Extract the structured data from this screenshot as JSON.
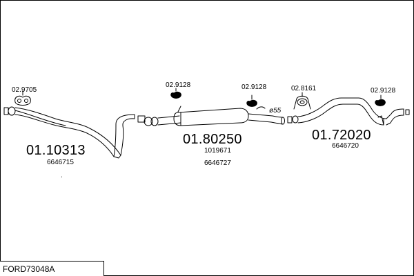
{
  "diagram": {
    "code": "FORD73048A",
    "sections": [
      {
        "part_number": "01.10313",
        "ref": "6646715",
        "dot": "."
      },
      {
        "part_number": "01.80250",
        "ref_1": "1019671",
        "ref_2": "6646727"
      },
      {
        "part_number": "01.72020",
        "ref": "6646720"
      }
    ],
    "fittings": [
      {
        "number": "02.9705",
        "kind": "flange-gasket"
      },
      {
        "number": "02.9128",
        "kind": "rubber-mount"
      },
      {
        "number": "02.9128",
        "kind": "rubber-mount"
      },
      {
        "number": "02.8161",
        "kind": "hanger-bracket"
      },
      {
        "number": "02.9128",
        "kind": "rubber-mount"
      }
    ],
    "diameter_label": "ø55",
    "colors": {
      "line": "#000000",
      "fill": "#ffffff"
    }
  }
}
